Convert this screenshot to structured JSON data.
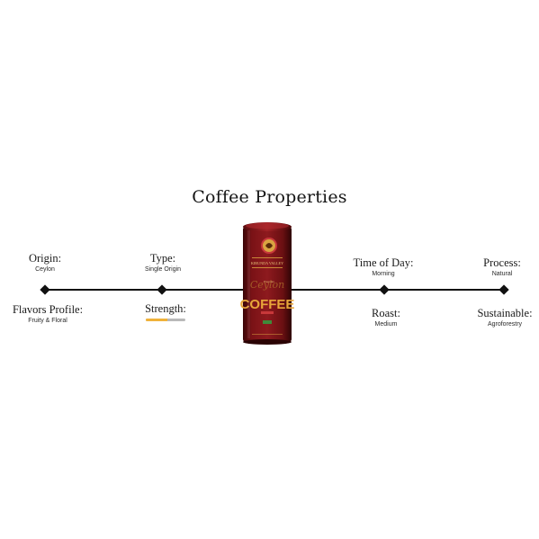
{
  "title": "Coffee Properties",
  "properties": {
    "origin": {
      "label": "Origin:",
      "value": "Ceylon"
    },
    "type": {
      "label": "Type:",
      "value": "Single Origin"
    },
    "time_of_day": {
      "label": "Time of Day:",
      "value": "Morning"
    },
    "process": {
      "label": "Process:",
      "value": "Natural"
    },
    "flavors": {
      "label": "Flavors Profile:",
      "value": "Fruity & Floral"
    },
    "strength": {
      "label": "Strength:",
      "level_fraction": 0.55
    },
    "roast": {
      "label": "Roast:",
      "value": "Medium"
    },
    "sustainable": {
      "label": "Sustainable:",
      "value": "Agroforestry"
    }
  },
  "product": {
    "brand": "KIRUNDA VALLEY",
    "name": "COFFEE",
    "script_text": "Ceylon",
    "tag": "Premium"
  },
  "colors": {
    "strength_fill": "#f0b23a",
    "strength_track": "#b9b9b9",
    "can_red": "#7a1216",
    "can_dark": "#3a0608",
    "accent_gold": "#d9a441"
  }
}
